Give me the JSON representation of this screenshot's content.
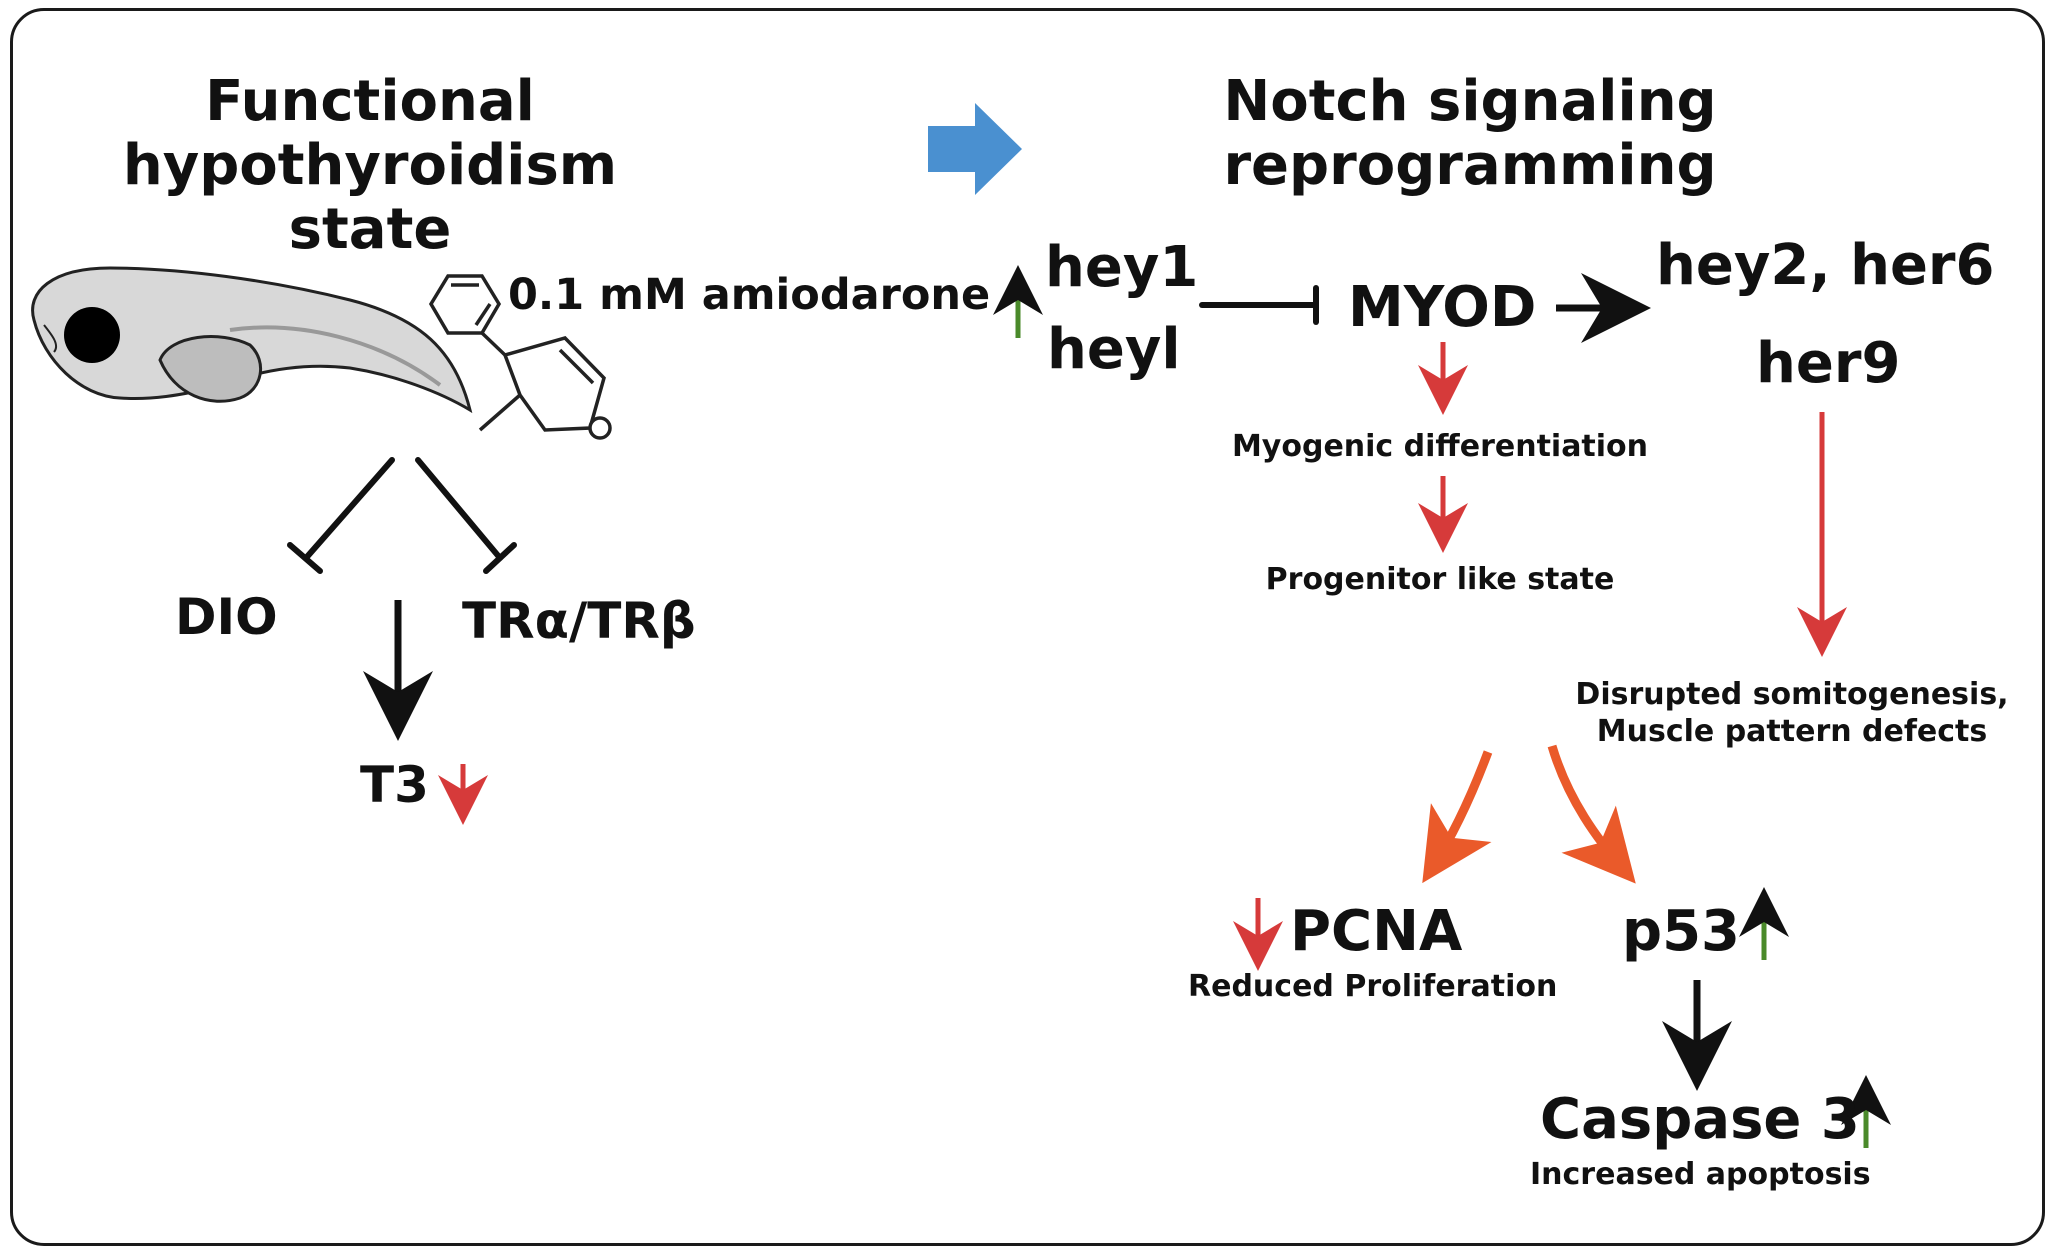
{
  "left_title": "Functional\nhypothyroidism state",
  "right_title": "Notch signaling\nreprogramming",
  "treatment": "0.1 mM amiodarone",
  "nodes": {
    "dio": "DIO",
    "tr": "TRα/TRβ",
    "t3": "T3",
    "hey1": "hey1",
    "heyl": "heyl",
    "myod": "MYOD",
    "hey2_her6": "hey2, her6",
    "her9": "her9",
    "pcna": "PCNA",
    "p53": "p53",
    "caspase3": "Caspase 3"
  },
  "labels": {
    "myogenic": "Myogenic differentiation",
    "progenitor": "Progenitor like state",
    "somitogenesis": "Disrupted somitogenesis,\nMuscle pattern defects",
    "proliferation": "Reduced Proliferation",
    "apoptosis": "Increased apoptosis"
  },
  "colors": {
    "up_arrow": "#4a8a2a",
    "down_arrow": "#d63a3a",
    "orange_arrow": "#ea5a2a",
    "blue_arrow": "#4a90d0",
    "black": "#111111"
  }
}
